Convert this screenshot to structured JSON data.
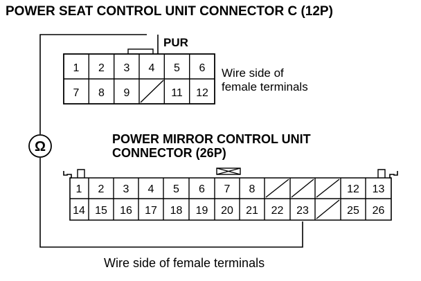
{
  "diagram": {
    "title": "POWER SEAT CONTROL UNIT CONNECTOR C (12P)",
    "seat_connector": {
      "wire_color": "PUR",
      "side_note": [
        "Wire side of",
        "female terminals"
      ],
      "row1": [
        "1",
        "2",
        "3",
        "4",
        "5",
        "6"
      ],
      "row2": [
        "7",
        "8",
        "9",
        "",
        "11",
        "12"
      ]
    },
    "mirror_connector": {
      "title_lines": [
        "POWER MIRROR CONTROL UNIT",
        "CONNECTOR (26P)"
      ],
      "row1": [
        "1",
        "2",
        "3",
        "4",
        "5",
        "6",
        "7",
        "8",
        "",
        "",
        "",
        "12",
        "13"
      ],
      "row2": [
        "14",
        "15",
        "16",
        "17",
        "18",
        "19",
        "20",
        "21",
        "22",
        "23",
        "",
        "25",
        "26"
      ]
    },
    "meter_symbol": "Ω",
    "bottom_note": "Wire side of female terminals"
  }
}
